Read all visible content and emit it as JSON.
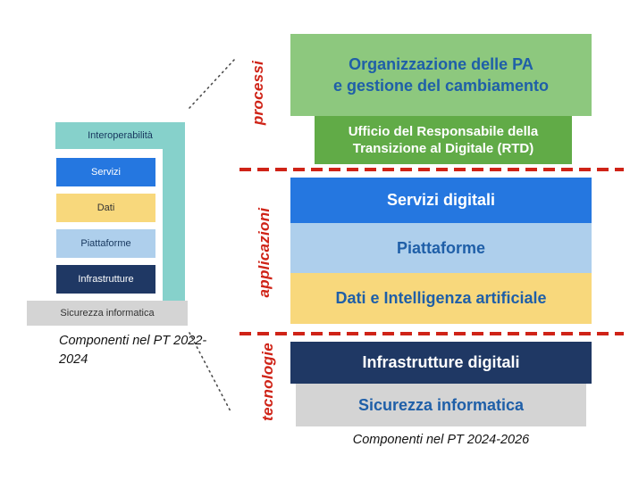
{
  "colors": {
    "teal": "#86d1cb",
    "blue": "#2577e0",
    "lightblue": "#aecfec",
    "yellow": "#f8d87c",
    "navy": "#1f3864",
    "gray": "#d4d4d4",
    "green": "#8dc87e",
    "darkgreen": "#61ab47",
    "red": "#cf2317",
    "textblue": "#1f5fa8"
  },
  "left": {
    "interoperability_label": "Interoperabilità",
    "layers": [
      {
        "label": "Servizi"
      },
      {
        "label": "Dati"
      },
      {
        "label": "Piattaforme"
      },
      {
        "label": "Infrastrutture"
      }
    ],
    "security_label": "Sicurezza informatica",
    "caption_line1": "Componenti nel",
    "caption_line2": "PT 2022-2024"
  },
  "right": {
    "processi": {
      "organizzazione_line1": "Organizzazione delle PA",
      "organizzazione_line2": "e gestione del cambiamento",
      "rtd_line1": "Ufficio del Responsabile della",
      "rtd_line2": "Transizione al Digitale (RTD)"
    },
    "applicazioni": {
      "servizi": "Servizi digitali",
      "piattaforme": "Piattaforme",
      "dati": "Dati e Intelligenza artificiale"
    },
    "tecnologie": {
      "infrastrutture": "Infrastrutture digitali",
      "sicurezza": "Sicurezza informatica"
    },
    "caption": "Componenti nel PT 2024-2026"
  },
  "side_labels": {
    "processi": "processi",
    "applicazioni": "applicazioni",
    "tecnologie": "tecnologie"
  }
}
